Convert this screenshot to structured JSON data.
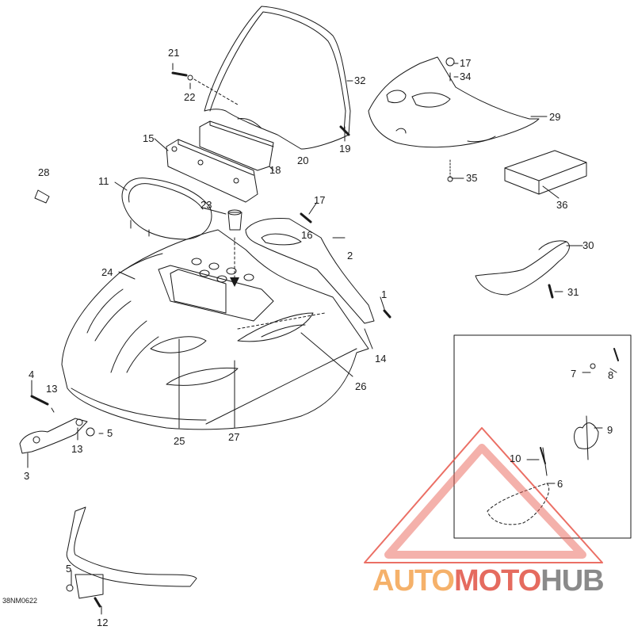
{
  "drawing_code": "38NM0622",
  "callouts": [
    "21",
    "22",
    "32",
    "17",
    "34",
    "29",
    "15",
    "18",
    "20",
    "19",
    "28",
    "11",
    "23",
    "17",
    "16",
    "35",
    "36",
    "30",
    "2",
    "24",
    "31",
    "1",
    "14",
    "26",
    "4",
    "13",
    "25",
    "27",
    "7",
    "8",
    "9",
    "13",
    "5",
    "3",
    "10",
    "6",
    "5",
    "12"
  ],
  "watermark": {
    "parts": [
      "AUTO",
      "MOTO",
      "HUB"
    ],
    "colors": [
      "#f5b16a",
      "#e56b5f",
      "#8a8a8a"
    ],
    "triangle_color": "#e8574b"
  },
  "line_color": "#1a1a1a"
}
